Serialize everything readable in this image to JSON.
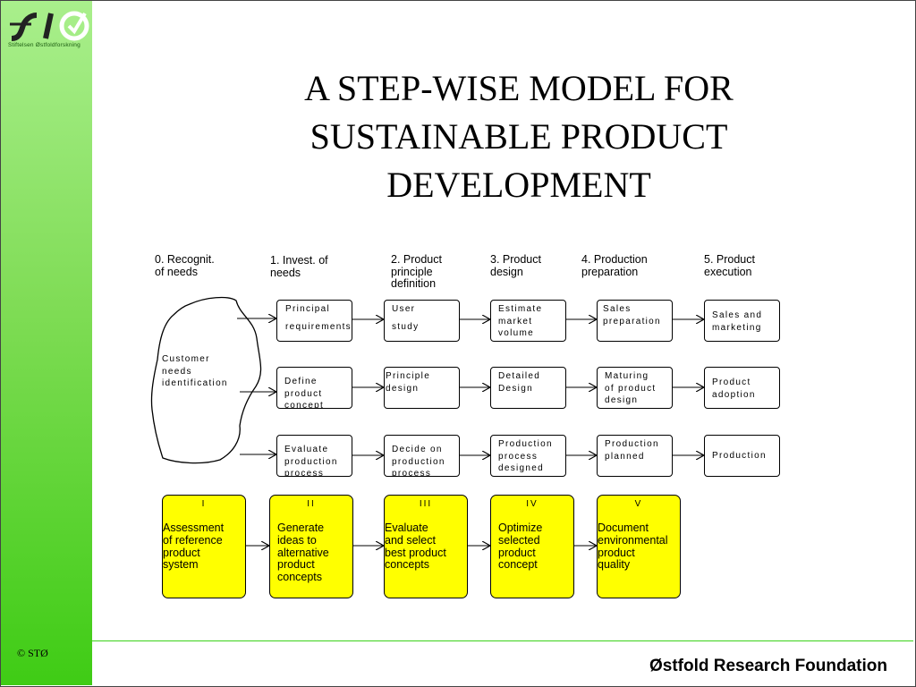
{
  "title": [
    "A STEP-WISE MODEL FOR",
    "SUSTAINABLE PRODUCT",
    "DEVELOPMENT"
  ],
  "logo": {
    "caption": "Stiftelsen Østfoldforskning"
  },
  "copyright": "© STØ",
  "footer": "Østfold Research Foundation",
  "columns": [
    "0.  Recognit.\nof needs",
    "1.  Invest. of\nneeds",
    "2. Product\nprinciple\ndefinition",
    "3. Product\ndesign",
    "4. Production\npreparation",
    "5. Product\nexecution"
  ],
  "cloud": "Customer\nneeds\nidentification",
  "rows": [
    [
      "Principal\nrequirements",
      "User\nstudy",
      "Estimate\nmarket\nvolume",
      "Sales\npreparation",
      "Sales and\nmarketing"
    ],
    [
      "Define\nproduct\nconcept",
      "Principle\ndesign",
      "Detailed\nDesign",
      "Maturing\nof product\ndesign",
      "Product\nadoption"
    ],
    [
      "Evaluate\nproduction\nprocess",
      "Decide on\nproduction\nprocess",
      "Production\nprocess\ndesigned",
      "Production\nplanned",
      "Production"
    ]
  ],
  "steps": [
    {
      "num": "I",
      "text": "Assessment\nof reference\nproduct\nsystem"
    },
    {
      "num": "II",
      "text": "Generate\nideas to\nalternative\nproduct\nconcepts"
    },
    {
      "num": "III",
      "text": "Evaluate\nand select\nbest product\nconcepts"
    },
    {
      "num": "IV",
      "text": "Optimize\nselected\nproduct\nconcept"
    },
    {
      "num": "V",
      "text": "Document\nenvironmental\nproduct\nquality"
    }
  ],
  "colors": {
    "sidebar_top": "#a9ef8c",
    "sidebar_bottom": "#3fcc15",
    "step_fill": "#ffff00",
    "footer_line": "#3bd21a"
  }
}
